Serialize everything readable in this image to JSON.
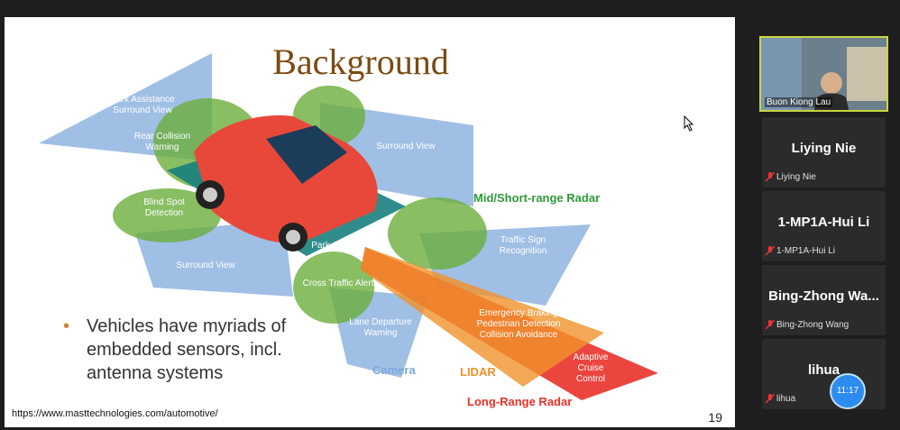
{
  "slide": {
    "title": "Background",
    "labels": {
      "park_assistance": "Park Assistance\nSurround View",
      "rear_collision": "Rear Collision\nWarning",
      "surround_view_top": "Surround View",
      "blind_spot": "Blind Spot\nDetection",
      "surround_view_left": "Surround View",
      "park_assist": "Park Assist",
      "cross_traffic": "Cross Traffic Alert",
      "traffic_sign": "Traffic Sign\nRecognition",
      "lane_departure": "Lane Departure\nWarning",
      "emergency": "Emergency Braking\nPedestrian Detection\nCollision Avoidance",
      "adaptive": "Adaptive\nCruise\nControl",
      "mid_short_radar": "Mid/Short-range Radar",
      "camera": "Camera",
      "lidar": "LIDAR",
      "long_range_radar": "Long-Range Radar"
    },
    "bullet": "Vehicles have myriads of embedded sensors, incl. antenna systems",
    "bullet_marker": "•",
    "url": "https://www.masttechnologies.com/automotive/",
    "page_number": "19"
  },
  "participants": {
    "video_name": "Buon Kiong Lau",
    "tiles": [
      {
        "big": "Liying Nie",
        "small": "Liying Nie"
      },
      {
        "big": "1-MP1A-Hui Li",
        "small": "1-MP1A-Hui Li"
      },
      {
        "big": "Bing-Zhong  Wa...",
        "small": "Bing-Zhong Wang"
      },
      {
        "big": "lihua",
        "small": "lihua"
      }
    ],
    "timer": "11:17"
  },
  "colors": {
    "camera_blue": "#8fb4e0",
    "radar_green": "#6cae3c",
    "lidar_orange": "#f0922a",
    "long_radar_red": "#e8322a",
    "title_brown": "#7b4a12"
  }
}
